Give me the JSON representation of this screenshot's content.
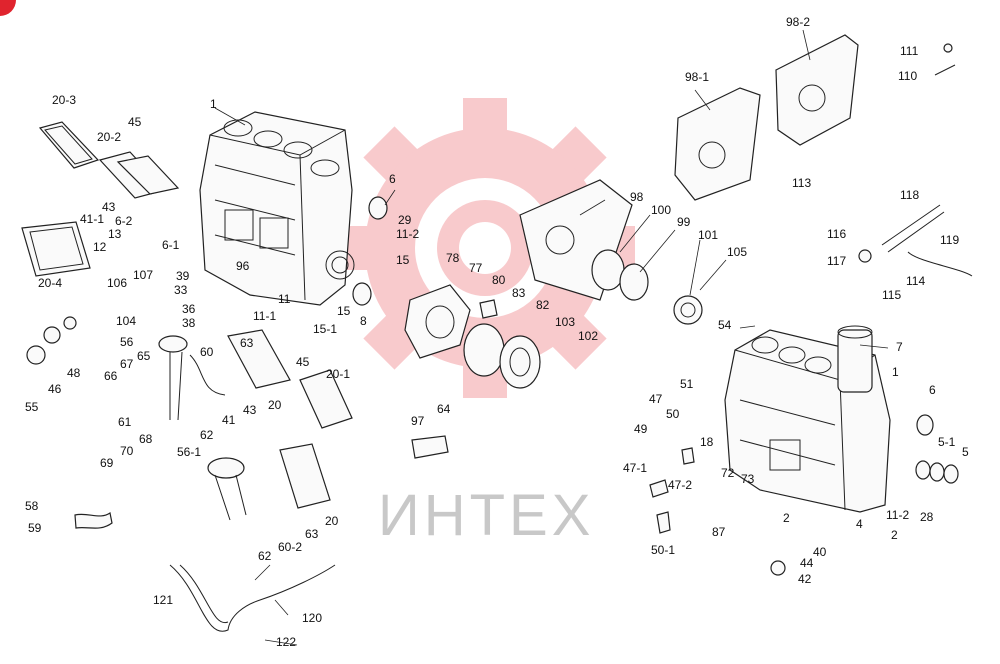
{
  "watermark": {
    "text": "ИНТЕХ",
    "gear_color": "#e8434b",
    "text_color": "#c8c8c8"
  },
  "corner_badge_color": "#e0242e",
  "callouts": [
    {
      "id": "c1",
      "text": "20-3"
    },
    {
      "id": "c2",
      "text": "45"
    },
    {
      "id": "c3",
      "text": "20-2"
    },
    {
      "id": "c4",
      "text": "1"
    },
    {
      "id": "c5",
      "text": "43"
    },
    {
      "id": "c6",
      "text": "41-1"
    },
    {
      "id": "c7",
      "text": "6-2"
    },
    {
      "id": "c8",
      "text": "13"
    },
    {
      "id": "c9",
      "text": "12"
    },
    {
      "id": "c10",
      "text": "6-1"
    },
    {
      "id": "c11",
      "text": "20-4"
    },
    {
      "id": "c12",
      "text": "39"
    },
    {
      "id": "c13",
      "text": "33"
    },
    {
      "id": "c14",
      "text": "107"
    },
    {
      "id": "c15",
      "text": "106"
    },
    {
      "id": "c16",
      "text": "96"
    },
    {
      "id": "c17",
      "text": "36"
    },
    {
      "id": "c18",
      "text": "38"
    },
    {
      "id": "c19",
      "text": "104"
    },
    {
      "id": "c20",
      "text": "48"
    },
    {
      "id": "c21",
      "text": "46"
    },
    {
      "id": "c22",
      "text": "55"
    },
    {
      "id": "c23",
      "text": "56"
    },
    {
      "id": "c24",
      "text": "67"
    },
    {
      "id": "c25",
      "text": "65"
    },
    {
      "id": "c26",
      "text": "60"
    },
    {
      "id": "c27",
      "text": "66"
    },
    {
      "id": "c28",
      "text": "61"
    },
    {
      "id": "c29",
      "text": "68"
    },
    {
      "id": "c30",
      "text": "62"
    },
    {
      "id": "c31",
      "text": "41"
    },
    {
      "id": "c32",
      "text": "43"
    },
    {
      "id": "c33",
      "text": "70"
    },
    {
      "id": "c34",
      "text": "69"
    },
    {
      "id": "c35",
      "text": "56-1"
    },
    {
      "id": "c36",
      "text": "58"
    },
    {
      "id": "c37",
      "text": "59"
    },
    {
      "id": "c38",
      "text": "62"
    },
    {
      "id": "c39",
      "text": "60-2"
    },
    {
      "id": "c40",
      "text": "63"
    },
    {
      "id": "c41",
      "text": "20"
    },
    {
      "id": "c42",
      "text": "121"
    },
    {
      "id": "c43",
      "text": "120"
    },
    {
      "id": "c44",
      "text": "122"
    },
    {
      "id": "c45",
      "text": "6"
    },
    {
      "id": "c46",
      "text": "29"
    },
    {
      "id": "c47",
      "text": "11-2"
    },
    {
      "id": "c48",
      "text": "15"
    },
    {
      "id": "c49",
      "text": "11"
    },
    {
      "id": "c50",
      "text": "11-1"
    },
    {
      "id": "c51",
      "text": "15"
    },
    {
      "id": "c52",
      "text": "15-1"
    },
    {
      "id": "c53",
      "text": "8"
    },
    {
      "id": "c54",
      "text": "63"
    },
    {
      "id": "c55",
      "text": "45"
    },
    {
      "id": "c56",
      "text": "20-1"
    },
    {
      "id": "c57",
      "text": "20"
    },
    {
      "id": "c58",
      "text": "78"
    },
    {
      "id": "c59",
      "text": "77"
    },
    {
      "id": "c60",
      "text": "80"
    },
    {
      "id": "c61",
      "text": "83"
    },
    {
      "id": "c62",
      "text": "82"
    },
    {
      "id": "c63",
      "text": "97"
    },
    {
      "id": "c64",
      "text": "64"
    },
    {
      "id": "c65",
      "text": "98"
    },
    {
      "id": "c66",
      "text": "100"
    },
    {
      "id": "c67",
      "text": "99"
    },
    {
      "id": "c68",
      "text": "101"
    },
    {
      "id": "c69",
      "text": "105"
    },
    {
      "id": "c70",
      "text": "103"
    },
    {
      "id": "c71",
      "text": "102"
    },
    {
      "id": "c72",
      "text": "98-1"
    },
    {
      "id": "c73",
      "text": "98-2"
    },
    {
      "id": "c74",
      "text": "111"
    },
    {
      "id": "c75",
      "text": "110"
    },
    {
      "id": "c76",
      "text": "113"
    },
    {
      "id": "c77",
      "text": "118"
    },
    {
      "id": "c78",
      "text": "116"
    },
    {
      "id": "c79",
      "text": "119"
    },
    {
      "id": "c80",
      "text": "117"
    },
    {
      "id": "c81",
      "text": "114"
    },
    {
      "id": "c82",
      "text": "115"
    },
    {
      "id": "c83",
      "text": "54"
    },
    {
      "id": "c84",
      "text": "7"
    },
    {
      "id": "c85",
      "text": "1"
    },
    {
      "id": "c86",
      "text": "6"
    },
    {
      "id": "c87",
      "text": "51"
    },
    {
      "id": "c88",
      "text": "47"
    },
    {
      "id": "c89",
      "text": "50"
    },
    {
      "id": "c90",
      "text": "49"
    },
    {
      "id": "c91",
      "text": "18"
    },
    {
      "id": "c92",
      "text": "47-1"
    },
    {
      "id": "c93",
      "text": "47-2"
    },
    {
      "id": "c94",
      "text": "72"
    },
    {
      "id": "c95",
      "text": "73"
    },
    {
      "id": "c96",
      "text": "5-1"
    },
    {
      "id": "c97",
      "text": "5"
    },
    {
      "id": "c98",
      "text": "87"
    },
    {
      "id": "c99",
      "text": "2"
    },
    {
      "id": "c100",
      "text": "4"
    },
    {
      "id": "c101",
      "text": "11-2"
    },
    {
      "id": "c102",
      "text": "28"
    },
    {
      "id": "c103",
      "text": "2"
    },
    {
      "id": "c104",
      "text": "50-1"
    },
    {
      "id": "c105",
      "text": "40"
    },
    {
      "id": "c106",
      "text": "44"
    },
    {
      "id": "c107",
      "text": "42"
    }
  ]
}
